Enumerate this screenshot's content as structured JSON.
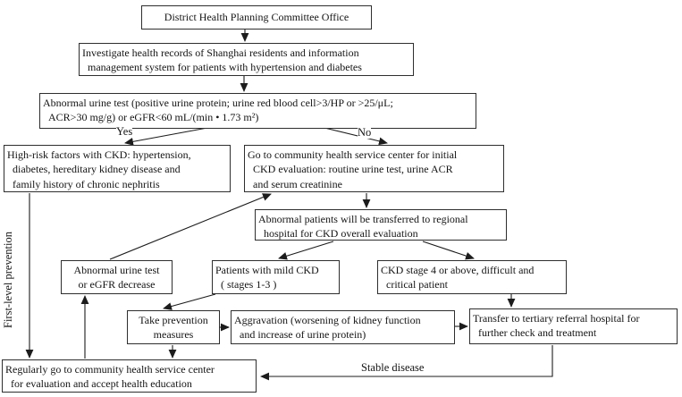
{
  "figure": {
    "title_hint": "CKD screening and management flowchart",
    "background": "#ffffff",
    "line_color": "#1c1c1c",
    "nodes": {
      "committee": {
        "label": "District Health Planning Committee Office"
      },
      "investigate": {
        "label": "Investigate health records of Shanghai residents and information\nmanagement system for patients with hypertension and diabetes"
      },
      "screening": {
        "label": "Abnormal urine test (positive urine protein; urine red blood cell>3/HP or >25/μL;\nACR>30 mg/g) or eGFR<60 mL/(min • 1.73 m²)"
      },
      "high_risk": {
        "label": "High-risk factors with CKD: hypertension,\ndiabetes, hereditary kidney disease and\nfamily history of chronic nephritis"
      },
      "community": {
        "label": "Go to community health service center for initial\nCKD evaluation: routine urine test, urine ACR\nand serum creatinine"
      },
      "regional": {
        "label": "Abnormal patients will be transferred to regional\nhospital for CKD overall evaluation"
      },
      "abnormal_followup": {
        "label": "Abnormal urine test\nor eGFR decrease"
      },
      "mild_ckd": {
        "label": "Patients with mild CKD\n( stages 1-3 )"
      },
      "ckd_stage4": {
        "label": "CKD stage 4 or above, difficult and\ncritical patient"
      },
      "prevention": {
        "label": "Take prevention\nmeasures"
      },
      "aggravation": {
        "label": "Aggravation (worsening of kidney function\nand increase of urine protein)"
      },
      "tertiary": {
        "label": "Transfer to tertiary referral hospital for\nfurther check and treatment"
      },
      "regular_eval": {
        "label": "Regularly go to community health service center\nfor evaluation and accept health education"
      }
    },
    "edge_labels": {
      "yes": "Yes",
      "no": "No",
      "stable": "Stable disease",
      "first_level": "First-level prevention"
    }
  }
}
